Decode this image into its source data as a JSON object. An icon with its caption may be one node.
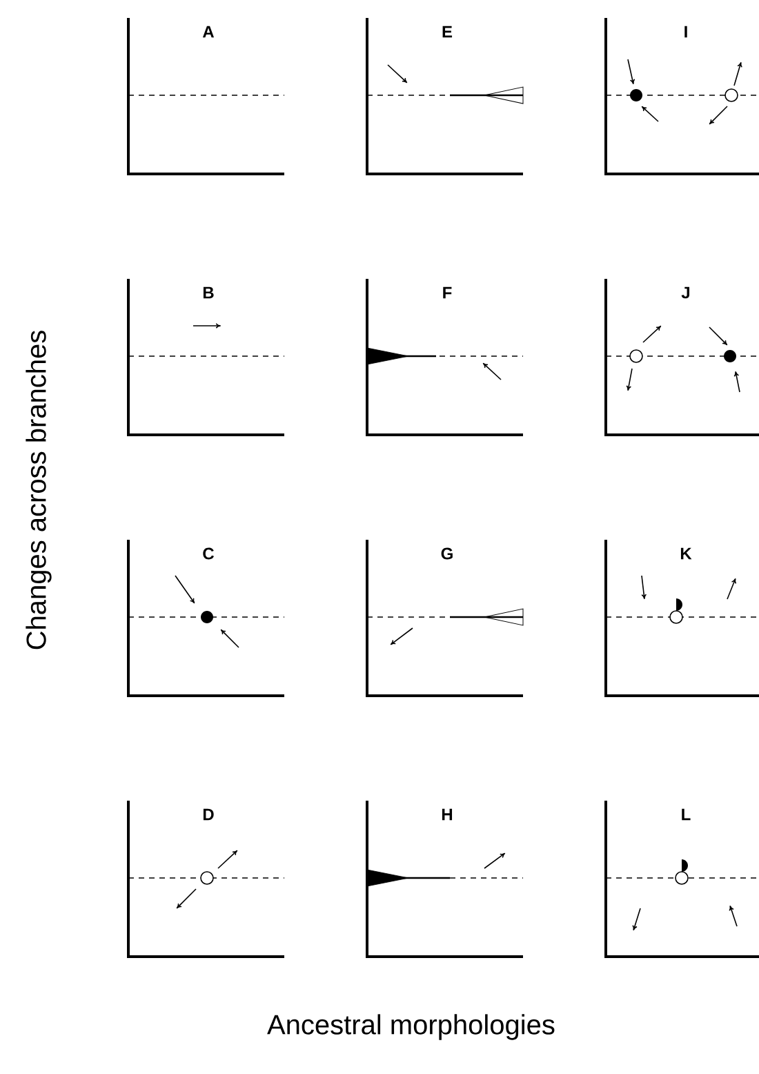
{
  "diagram": {
    "labels": [
      "A",
      "E",
      "I",
      "B",
      "F",
      "J",
      "C",
      "G",
      "K",
      "D",
      "H",
      "L",
      "Changes across branches",
      "Ancestral morphologies"
    ]
  }
}
